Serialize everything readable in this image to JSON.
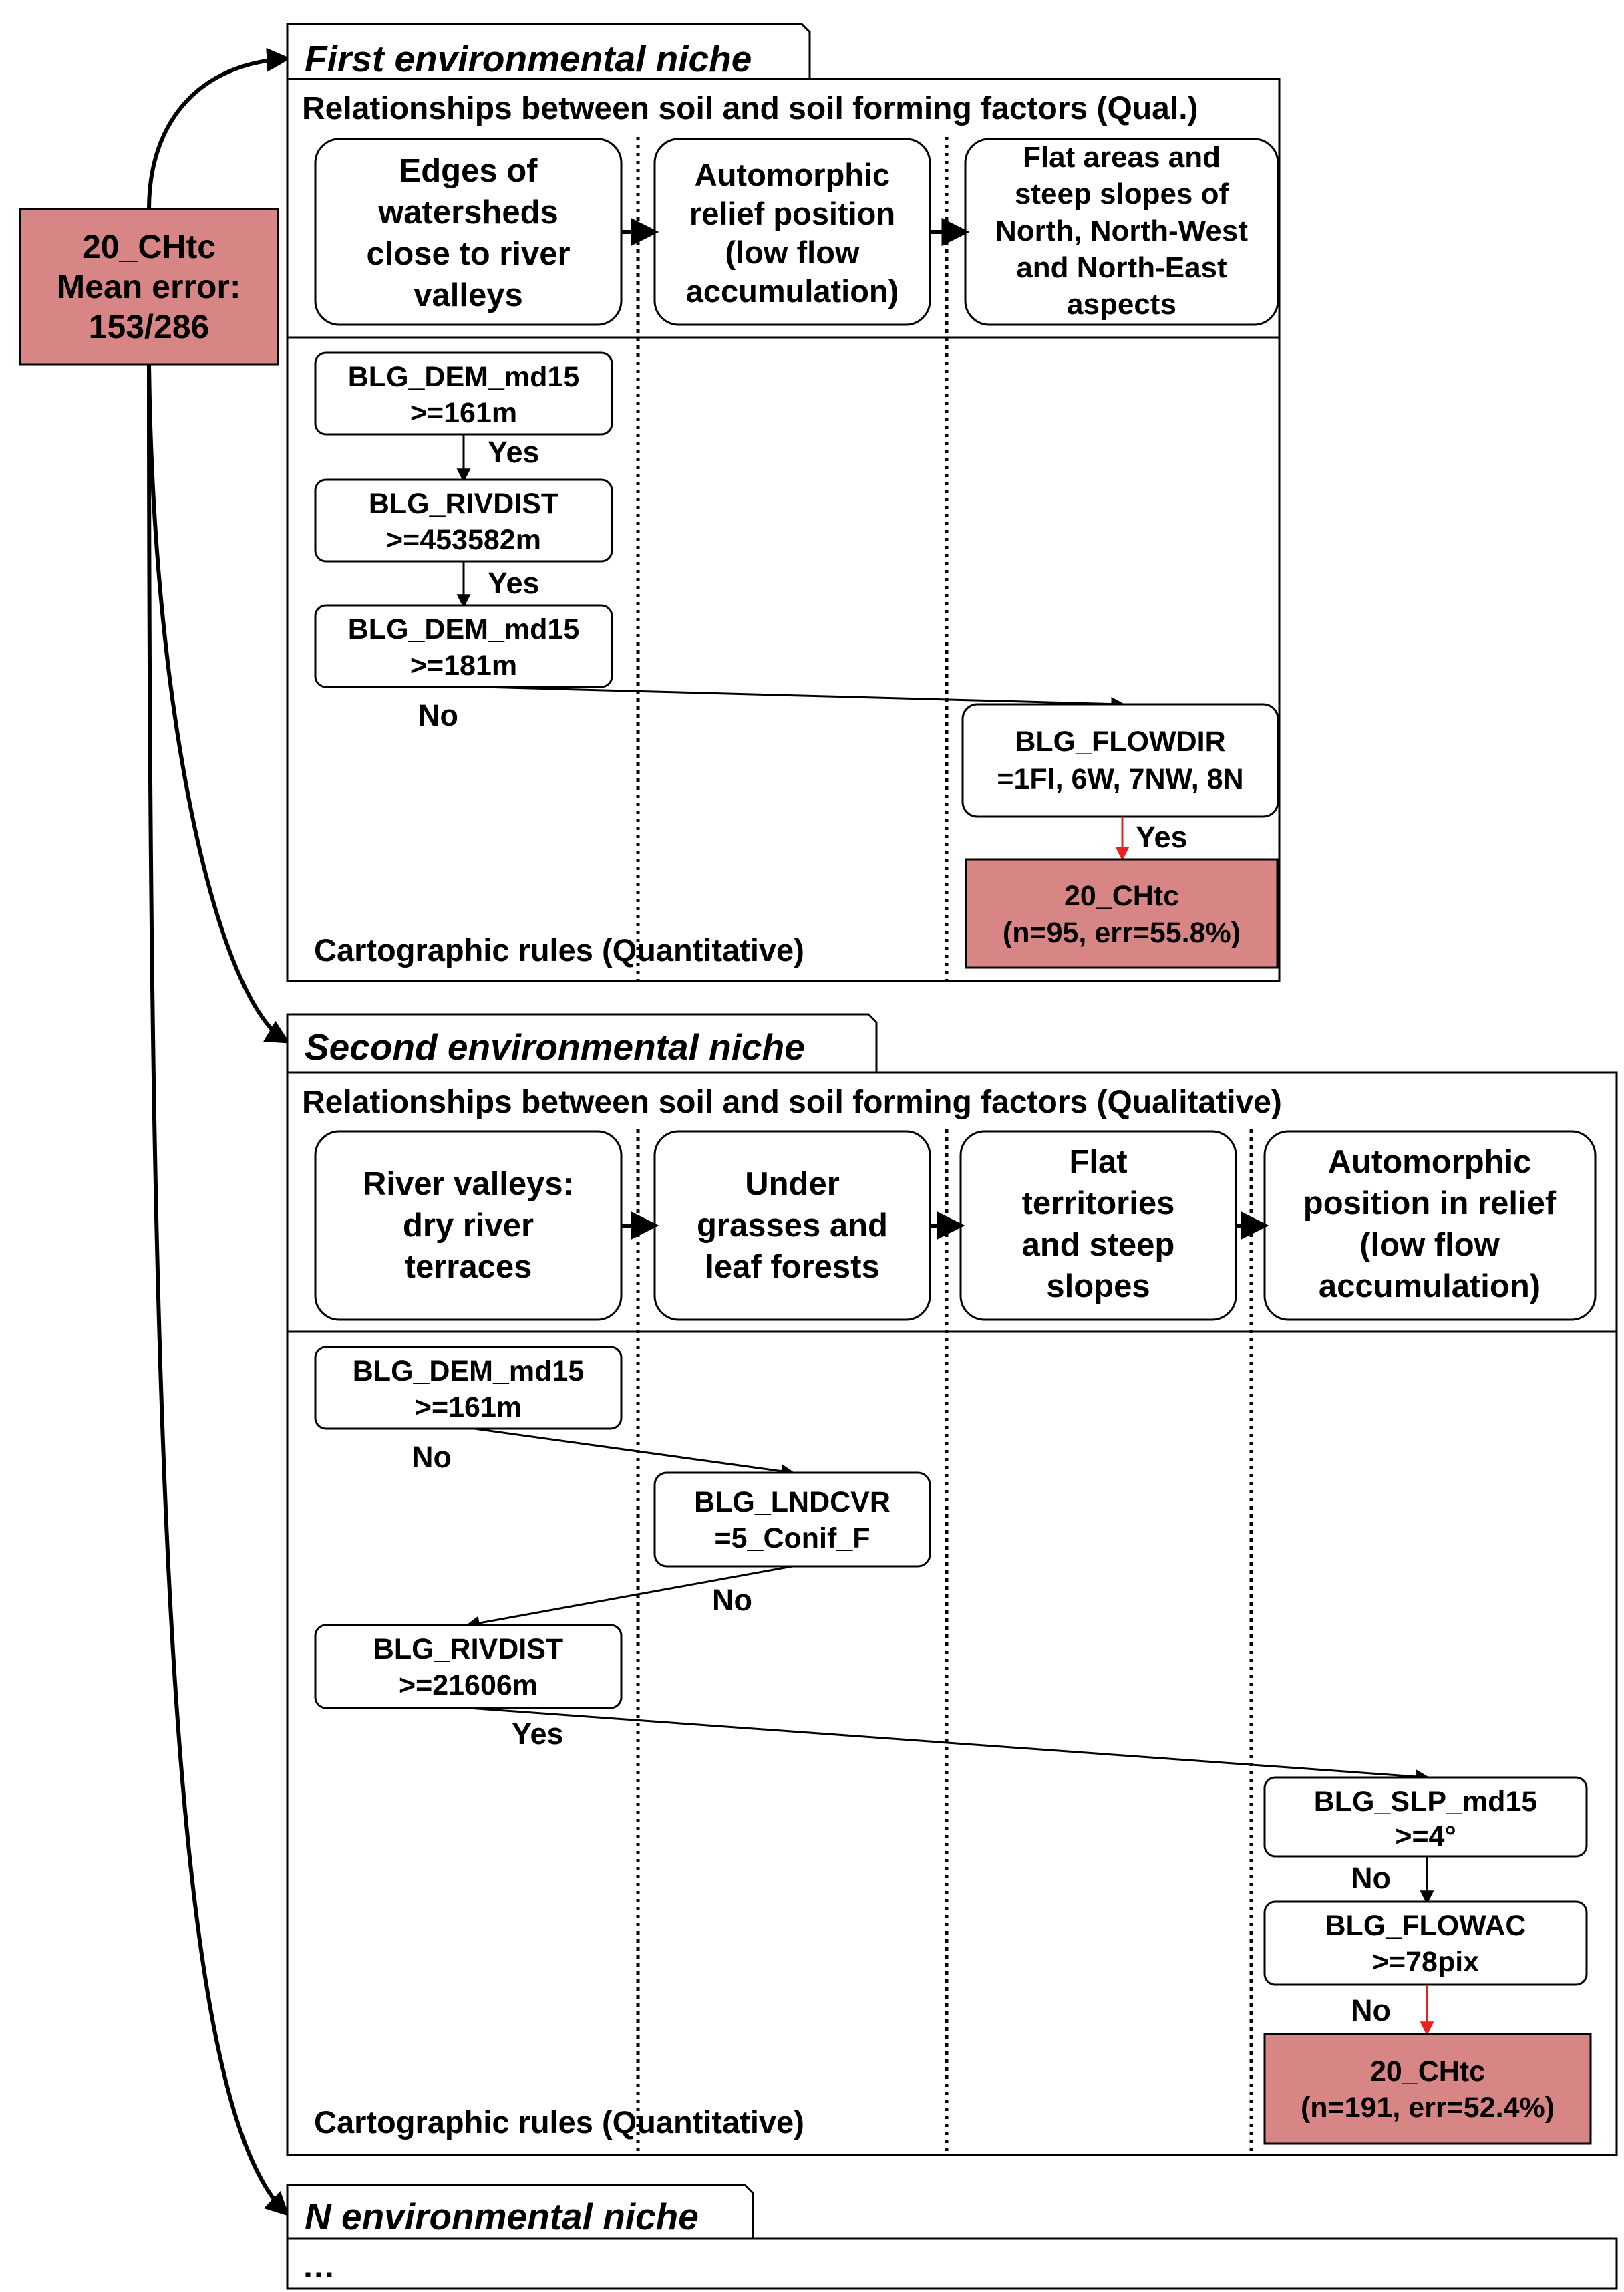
{
  "root": {
    "line1": "20_CHtc",
    "line2": "Mean error:",
    "line3": "153/286"
  },
  "niche1": {
    "title": "First environmental niche",
    "qual_heading": "Relationships between soil and soil forming factors (Qual.)",
    "factors": [
      [
        "Edges of",
        "watersheds",
        "close to river",
        "valleys"
      ],
      [
        "Automorphic",
        "relief position",
        "(low flow",
        "accumulation)"
      ],
      [
        "Flat areas and",
        "steep slopes of",
        "North, North-West",
        "and North-East",
        "aspects"
      ]
    ],
    "rules": [
      [
        "BLG_DEM_md15",
        ">=161m"
      ],
      [
        "BLG_RIVDIST",
        ">=453582m"
      ],
      [
        "BLG_DEM_md15",
        ">=181m"
      ],
      [
        "BLG_FLOWDIR",
        "=1Fl, 6W, 7NW, 8N"
      ]
    ],
    "answers": [
      "Yes",
      "Yes",
      "No",
      "Yes"
    ],
    "result": [
      "20_CHtc",
      "(n=95, err=55.8%)"
    ],
    "quant_heading": "Cartographic rules (Quantitative)"
  },
  "niche2": {
    "title": "Second environmental niche",
    "qual_heading": "Relationships between soil and soil forming factors (Qualitative)",
    "factors": [
      [
        "River valleys:",
        "dry river",
        "terraces"
      ],
      [
        "Under",
        "grasses and",
        "leaf forests"
      ],
      [
        "Flat",
        "territories",
        "and steep",
        "slopes"
      ],
      [
        "Automorphic",
        "position in relief",
        "(low flow",
        "accumulation)"
      ]
    ],
    "rules": [
      [
        "BLG_DEM_md15",
        ">=161m"
      ],
      [
        "BLG_LNDCVR",
        "=5_Conif_F"
      ],
      [
        "BLG_RIVDIST",
        ">=21606m"
      ],
      [
        "BLG_SLP_md15",
        ">=4°"
      ],
      [
        "BLG_FLOWAC",
        ">=78pix"
      ]
    ],
    "answers": [
      "No",
      "No",
      "Yes",
      "No",
      "No"
    ],
    "result": [
      "20_CHtc",
      "(n=191, err=52.4%)"
    ],
    "quant_heading": "Cartographic rules (Quantitative)"
  },
  "nicheN": {
    "title": "N environmental niche",
    "content": "…"
  },
  "colors": {
    "result_fill": "#d88585",
    "red_arrow": "#e8231f"
  }
}
